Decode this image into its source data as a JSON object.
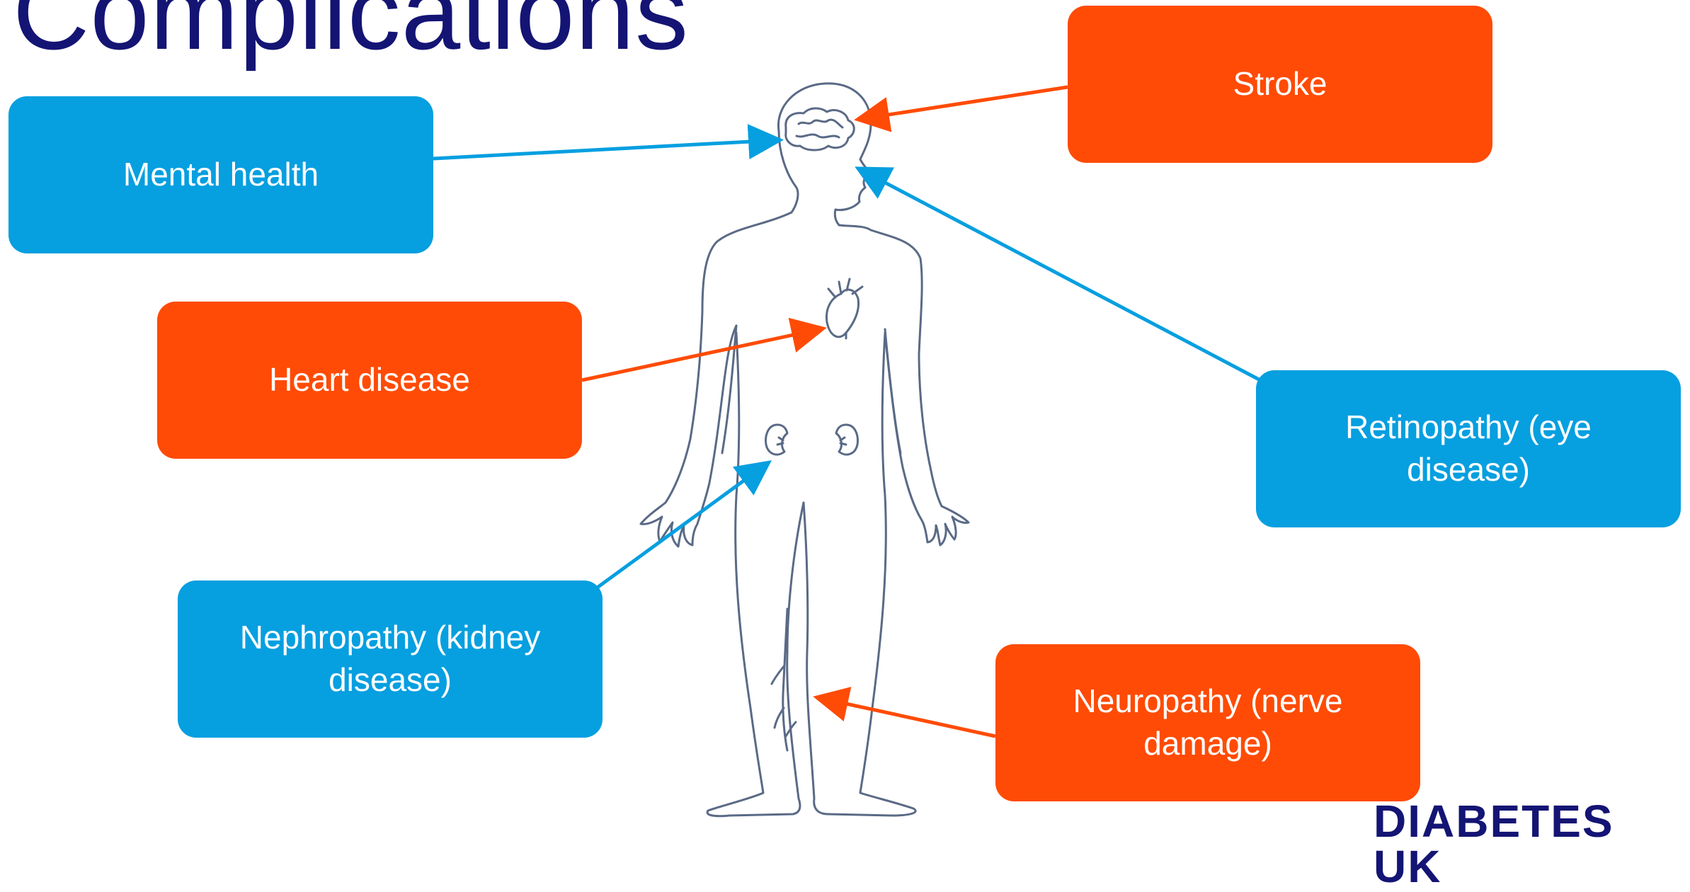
{
  "title": "Complications",
  "colors": {
    "blue": "#069fe0",
    "orange": "#ff4b05",
    "title": "#141474",
    "outline": "#5a6a86"
  },
  "boxes": {
    "stroke": "Stroke",
    "mental_health": "Mental health",
    "heart_disease": "Heart disease",
    "retinopathy": "Retinopathy (eye disease)",
    "nephropathy": "Nephropathy (kidney disease)",
    "neuropathy": "Neuropathy (nerve damage)"
  },
  "logo": "DIABETES UK"
}
